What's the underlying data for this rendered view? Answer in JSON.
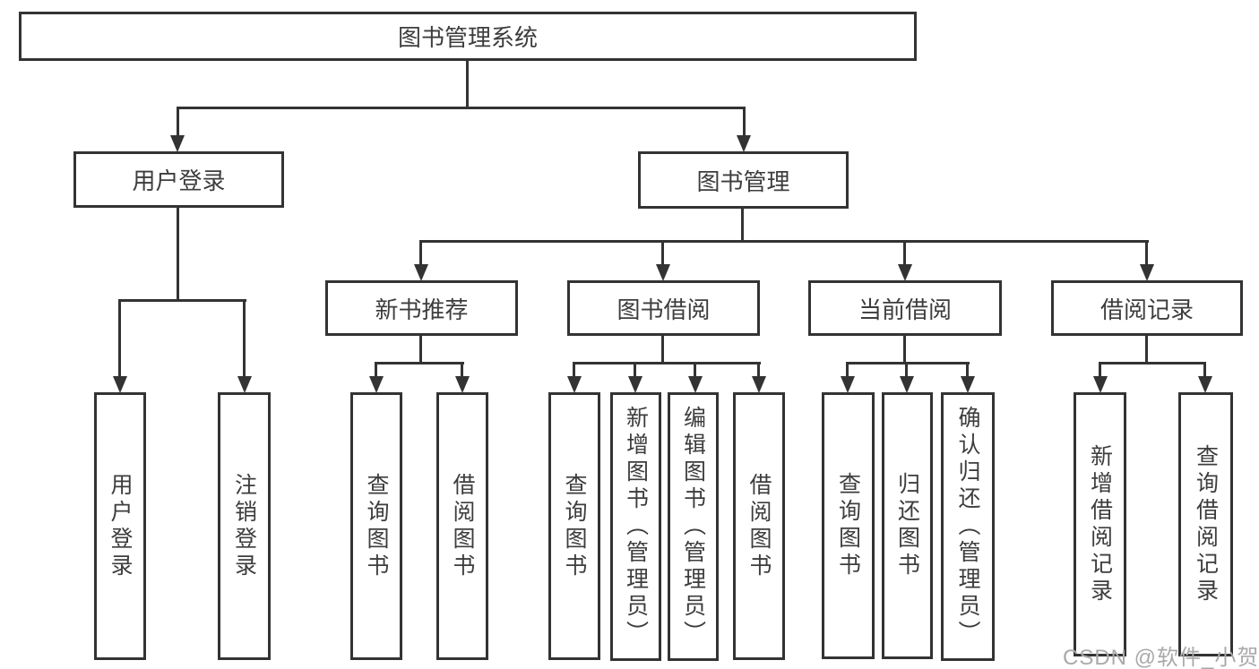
{
  "tree": {
    "label": "图书管理系统",
    "children": [
      {
        "label": "用户登录",
        "children": [
          {
            "label": "用户登录"
          },
          {
            "label": "注销登录"
          }
        ]
      },
      {
        "label": "图书管理",
        "children": [
          {
            "label": "新书推荐",
            "children": [
              {
                "label": "查询图书"
              },
              {
                "label": "借阅图书"
              }
            ]
          },
          {
            "label": "图书借阅",
            "children": [
              {
                "label": "查询图书"
              },
              {
                "label": "新增图书（管理员）"
              },
              {
                "label": "编辑图书（管理员）"
              },
              {
                "label": "借阅图书"
              }
            ]
          },
          {
            "label": "当前借阅",
            "children": [
              {
                "label": "查询图书"
              },
              {
                "label": "归还图书"
              },
              {
                "label": "确认归还（管理员）"
              }
            ]
          },
          {
            "label": "借阅记录",
            "children": [
              {
                "label": "新增借阅记录"
              },
              {
                "label": "查询借阅记录"
              }
            ]
          }
        ]
      }
    ]
  },
  "watermark": "CSDN @软件_小贺同学",
  "colors": {
    "line": "#333333",
    "box_border": "#333333",
    "text": "#3d3d3d",
    "watermark": "#a9a9a9",
    "background": "#ffffff"
  }
}
